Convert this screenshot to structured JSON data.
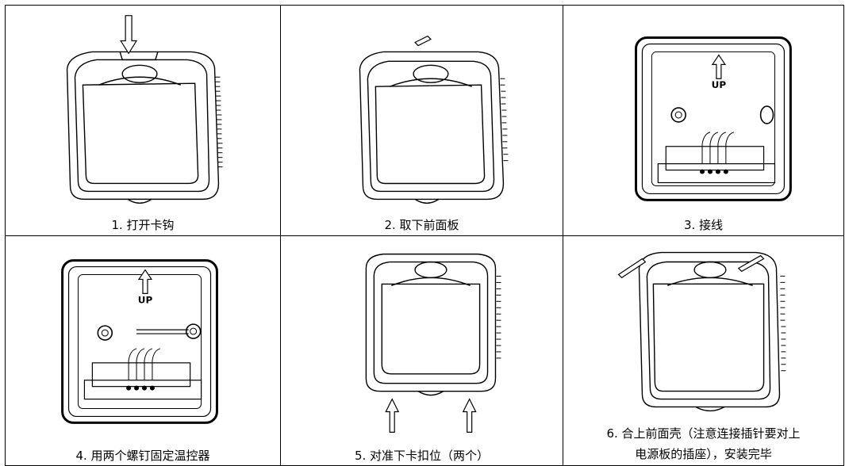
{
  "steps": [
    {
      "caption": "1. 打开卡钩",
      "illustration": "device-closed-top-push-icon"
    },
    {
      "caption": "2. 取下前面板",
      "illustration": "device-cover-removed-icon"
    },
    {
      "caption": "3. 接线",
      "illustration": "base-wiring-icon"
    },
    {
      "caption": "4. 用两个螺钉固定温控器",
      "illustration": "base-screw-fix-icon"
    },
    {
      "caption": "5. 对准下卡扣位（两个）",
      "illustration": "device-bottom-clip-icon"
    },
    {
      "caption_line1": "6. 合上前面壳（注意连接插针要对上",
      "caption_line2": "电源板的插座），安装完毕",
      "illustration": "device-closing-icon"
    }
  ],
  "base_label": "UP"
}
